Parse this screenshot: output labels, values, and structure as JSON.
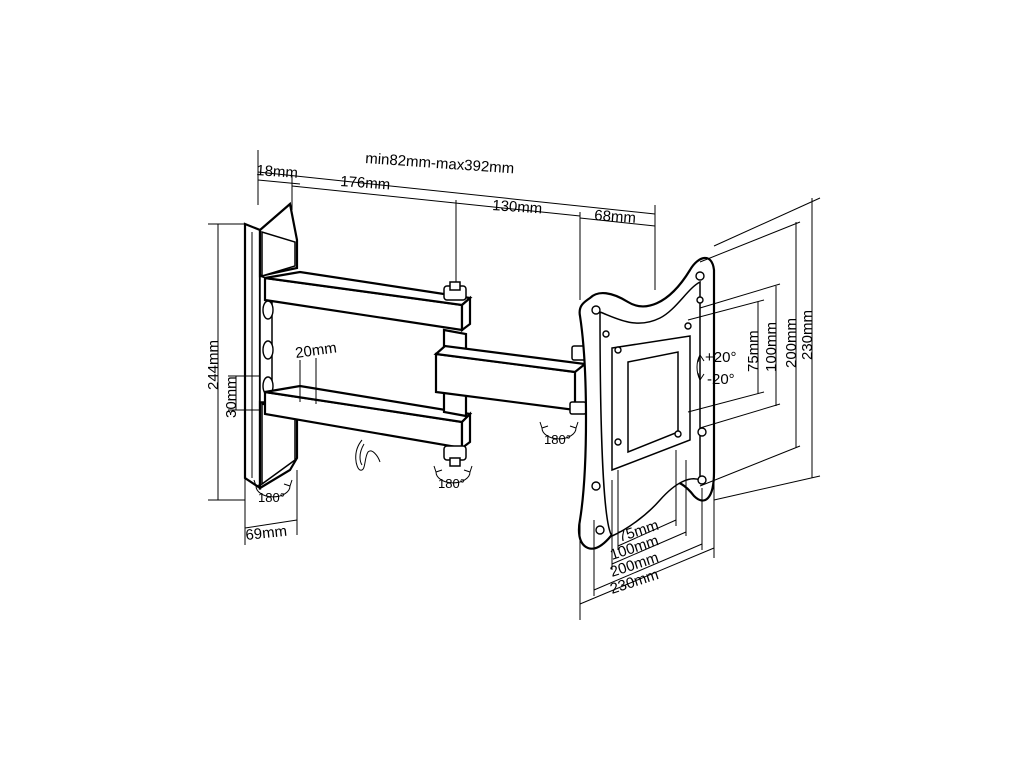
{
  "dimensions": {
    "total_extension": "min82mm-max392mm",
    "wall_plate_depth": "18mm",
    "arm_first": "176mm",
    "arm_second": "130mm",
    "head_depth": "68mm",
    "wall_plate_height": "244mm",
    "wall_plate_hole_spacing": "30mm",
    "arm_width": "20mm",
    "wall_plate_width": "69mm",
    "vesa_h_75": "75mm",
    "vesa_h_100": "100mm",
    "vesa_h_200": "200mm",
    "vesa_h_230": "230mm",
    "vesa_v_75": "75mm",
    "vesa_v_100": "100mm",
    "vesa_v_200": "200mm",
    "vesa_v_230": "230mm",
    "tilt_up": "+20°",
    "tilt_down": "-20°"
  },
  "rotations": {
    "wall_pivot": "180°",
    "arm_pivot": "180°",
    "head_pivot": "180°"
  }
}
